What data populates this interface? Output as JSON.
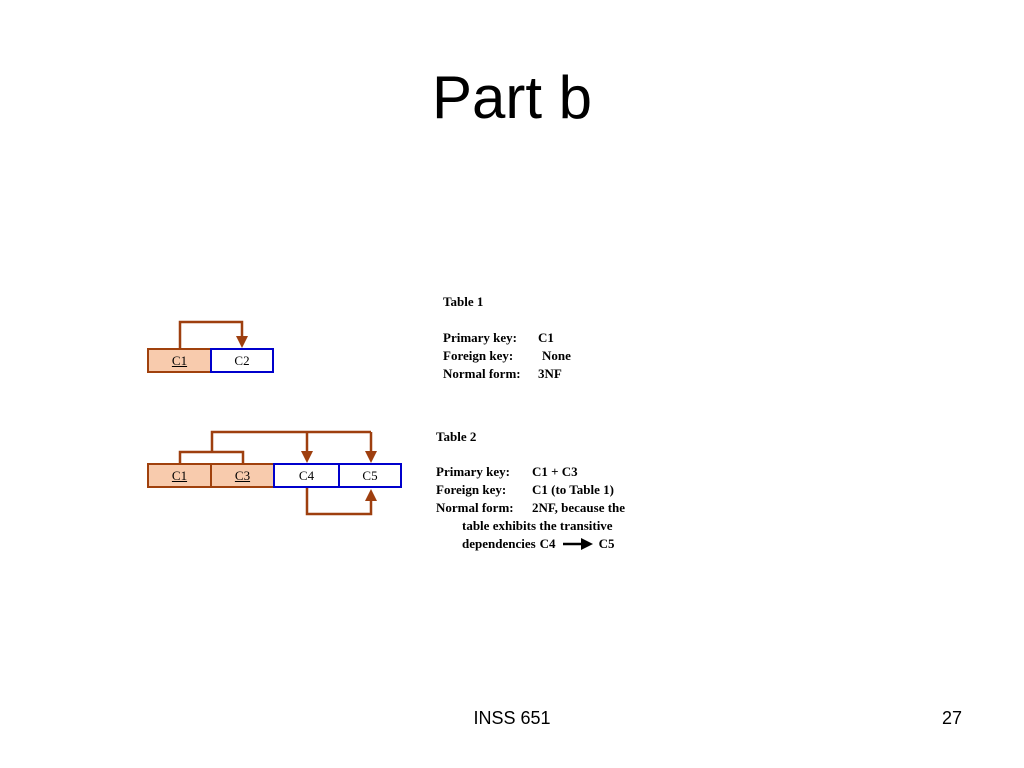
{
  "slide": {
    "title": "Part b",
    "footer": "INSS 651",
    "page_number": "27"
  },
  "colors": {
    "key_fill": "#F8CBAD",
    "key_border": "#A0410D",
    "attribute_border": "#0000CC",
    "dependency_arrow": "#9E3F0F"
  },
  "table1": {
    "cells": [
      {
        "label": "C1",
        "key": true
      },
      {
        "label": "C2",
        "key": false
      }
    ],
    "heading": "Table 1",
    "primary_key_label": "Primary key:",
    "primary_key_value": "C1",
    "foreign_key_label": "Foreign key:",
    "foreign_key_value": "None",
    "normal_form_label": "Normal form:",
    "normal_form_value": "3NF"
  },
  "table2": {
    "cells": [
      {
        "label": "C1",
        "key": true
      },
      {
        "label": "C3",
        "key": true
      },
      {
        "label": "C4",
        "key": false
      },
      {
        "label": "C5",
        "key": false
      }
    ],
    "heading": "Table 2",
    "primary_key_label": "Primary key:",
    "primary_key_value": "C1 + C3",
    "foreign_key_label": "Foreign key:",
    "foreign_key_value": "C1 (to Table 1)",
    "normal_form_label": "Normal form:",
    "normal_form_value": "2NF, because the",
    "normal_form_continuation": "table exhibits the transitive",
    "dependencies_label": "dependencies",
    "dependency_from": "C4",
    "dependency_to": "C5"
  }
}
